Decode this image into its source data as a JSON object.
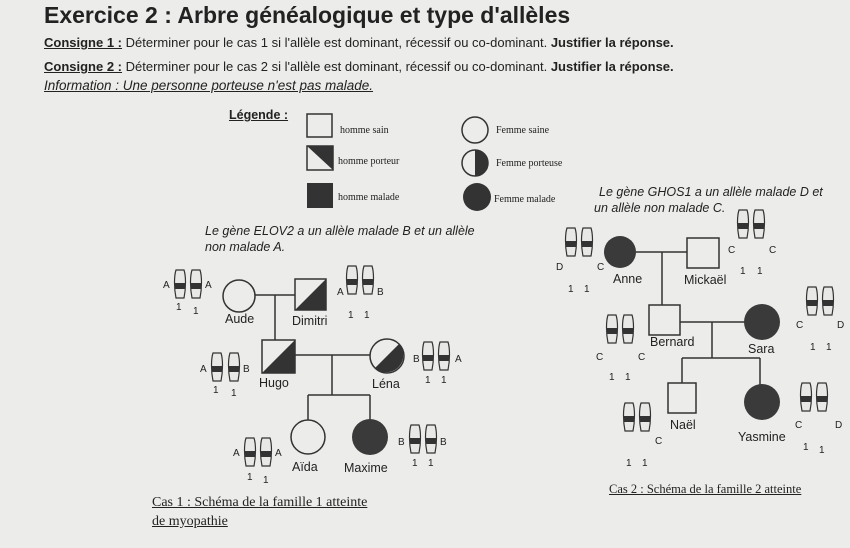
{
  "title": "Exercice 2 : Arbre généalogique et type d'allèles",
  "consigne1": {
    "label": "Consigne 1 :",
    "text": " Déterminer pour le cas 1 si l'allèle est dominant, récessif ou co-dominant.",
    "bold": " Justifier la réponse."
  },
  "consigne2": {
    "label": "Consigne 2 :",
    "text": " Déterminer pour le cas 2 si l'allèle est dominant, récessif ou co-dominant.",
    "bold": " Justifier la réponse."
  },
  "information": "Information : Une personne porteuse n'est pas malade.",
  "legend": {
    "title": "Légende :",
    "homme_sain": "homme sain",
    "femme_saine": "Femme saine",
    "homme_porteur": "homme porteur",
    "femme_porteuse": "Femme porteuse",
    "homme_malade": "homme malade",
    "femme_malade": "Femme malade"
  },
  "case1": {
    "gene_line1": "Le gène ELOV2 a un allèle malade B et un allèle",
    "gene_line2": "non malade A.",
    "names": {
      "aude": "Aude",
      "dimitri": "Dimitri",
      "hugo": "Hugo",
      "lena": "Léna",
      "aida": "Aïda",
      "maxime": "Maxime"
    },
    "alleles": {
      "aude": [
        "A",
        "A"
      ],
      "dimitri": [
        "A",
        "B"
      ],
      "hugo": [
        "A",
        "B"
      ],
      "lena": [
        "B",
        "A"
      ],
      "aida": [
        "A",
        "A"
      ],
      "maxime": [
        "B",
        "B"
      ]
    },
    "caption_line1": "Cas 1 : Schéma de la famille 1 atteinte",
    "caption_line2": "de myopathie"
  },
  "case2": {
    "gene_line1": "Le gène GHOS1 a un allèle malade D et",
    "gene_line2": "un allèle non malade C.",
    "names": {
      "anne": "Anne",
      "mickael": "Mickaël",
      "bernard": "Bernard",
      "sara": "Sara",
      "nael": "Naël",
      "yasmine": "Yasmine"
    },
    "alleles": {
      "anne": [
        "D",
        "C"
      ],
      "mickael": [
        "C",
        "C"
      ],
      "bernard": [
        "C",
        "C"
      ],
      "sara": [
        "C",
        "D"
      ],
      "nael": [
        "",
        "C"
      ],
      "yasmine": [
        "C",
        "D"
      ]
    },
    "caption": "Cas 2 : Schéma de la famille 2 atteinte"
  },
  "chromosome_number": "1"
}
